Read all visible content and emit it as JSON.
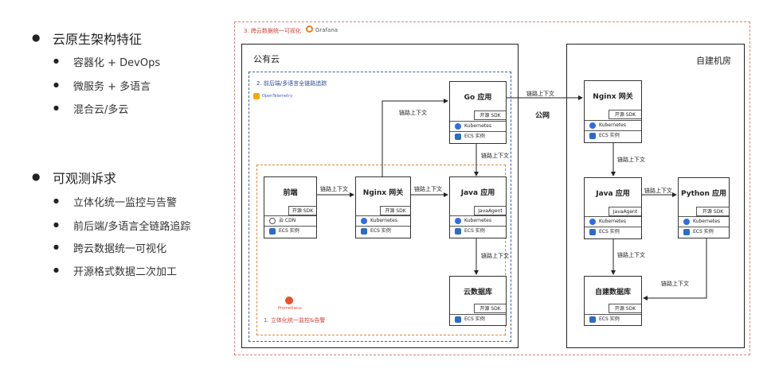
{
  "left_panel": {
    "sections": [
      {
        "title": "云原生架构特征",
        "items": [
          "容器化 + DevOps",
          "微服务 + 多语言",
          "混合云/多云"
        ]
      },
      {
        "title": "可观测诉求",
        "items": [
          "立体化统一监控与告警",
          "前后端/多语言全链路追踪",
          "跨云数据统一可视化",
          "开源格式数据二次加工"
        ]
      }
    ]
  },
  "diagram": {
    "outer_label": "3. 跨云数据统一可视化",
    "grafana_label": "Grafana",
    "public_cloud_label": "公有云",
    "private_dc_label": "自建机房",
    "tracing_label": "2. 前后端/多语言全链路追踪",
    "otel_label": "OpenTelemetry",
    "monitor_label": "1. 立体化统一监控&告警",
    "prometheus_label": "Prometheus",
    "public_net_label": "公网",
    "edge_label": "链路上下文",
    "nodes": {
      "frontend": {
        "title": "前端",
        "sdk": "开源 SDK",
        "rows": [
          "云 CDN",
          "ECS 实例"
        ]
      },
      "nginx_pub": {
        "title": "Nginx 网关",
        "sdk": "开源 SDK",
        "rows": [
          "Kubernetes",
          "ECS 实例"
        ]
      },
      "go_app": {
        "title": "Go 应用",
        "sdk": "开源 SDK",
        "rows": [
          "Kubernetes",
          "ECS 实例"
        ]
      },
      "java_pub": {
        "title": "Java 应用",
        "sdk": "JavaAgent",
        "rows": [
          "Kubernetes",
          "ECS 实例"
        ]
      },
      "cloud_db": {
        "title": "云数据库",
        "sdk": "开源 SDK",
        "rows": [
          "ECS 实例"
        ]
      },
      "nginx_priv": {
        "title": "Nginx 网关",
        "sdk": "开源 SDK",
        "rows": [
          "Kubernetes",
          "ECS 实例"
        ]
      },
      "java_priv": {
        "title": "Java 应用",
        "sdk": "JavaAgent",
        "rows": [
          "Kubernetes",
          "ECS 实例"
        ]
      },
      "python_app": {
        "title": "Python 应用",
        "sdk": "开源 SDK",
        "rows": [
          "Kubernetes",
          "ECS 实例"
        ]
      },
      "self_db": {
        "title": "自建数据库",
        "sdk": "开源 SDK",
        "rows": [
          "ECS 实例"
        ]
      }
    }
  }
}
